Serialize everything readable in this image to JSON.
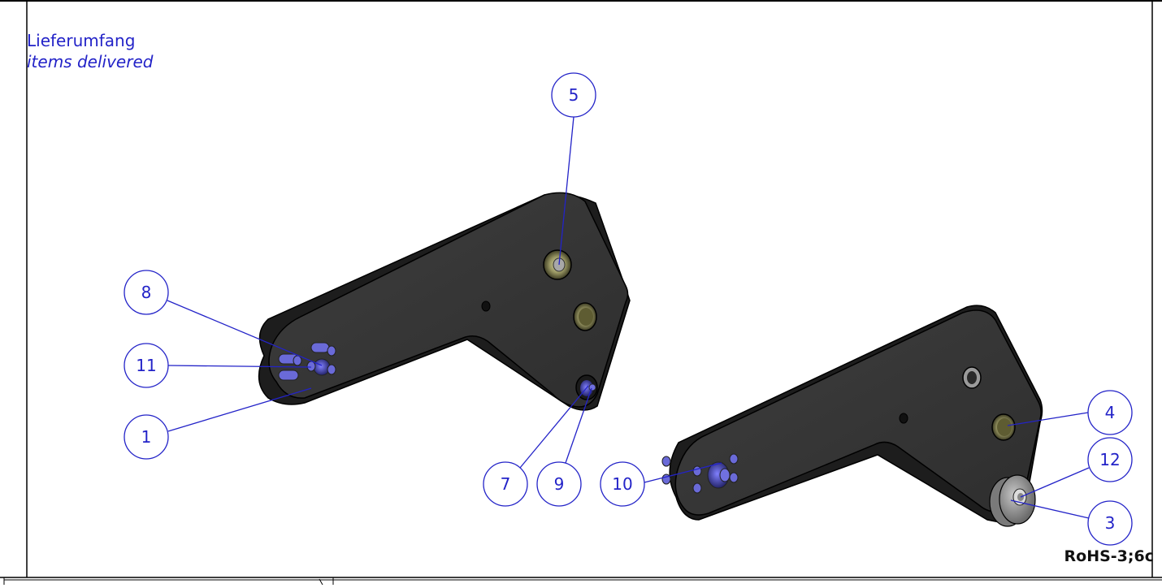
{
  "header": {
    "title_de": "Lieferumfang",
    "title_en": "items delivered"
  },
  "footer": {
    "rohs_code": "RoHS-3;6c"
  },
  "callouts": [
    {
      "id": "5",
      "label": "5"
    },
    {
      "id": "8",
      "label": "8"
    },
    {
      "id": "11",
      "label": "11"
    },
    {
      "id": "1",
      "label": "1"
    },
    {
      "id": "7",
      "label": "7"
    },
    {
      "id": "9",
      "label": "9"
    },
    {
      "id": "10",
      "label": "10"
    },
    {
      "id": "4",
      "label": "4"
    },
    {
      "id": "12",
      "label": "12"
    },
    {
      "id": "3",
      "label": "3"
    }
  ],
  "colors": {
    "callout_blue": "#2323c8",
    "part_dark": "#3a3a3a",
    "bushing_brass": "#8a8a5a",
    "pin_blue": "#5a5ac8"
  }
}
